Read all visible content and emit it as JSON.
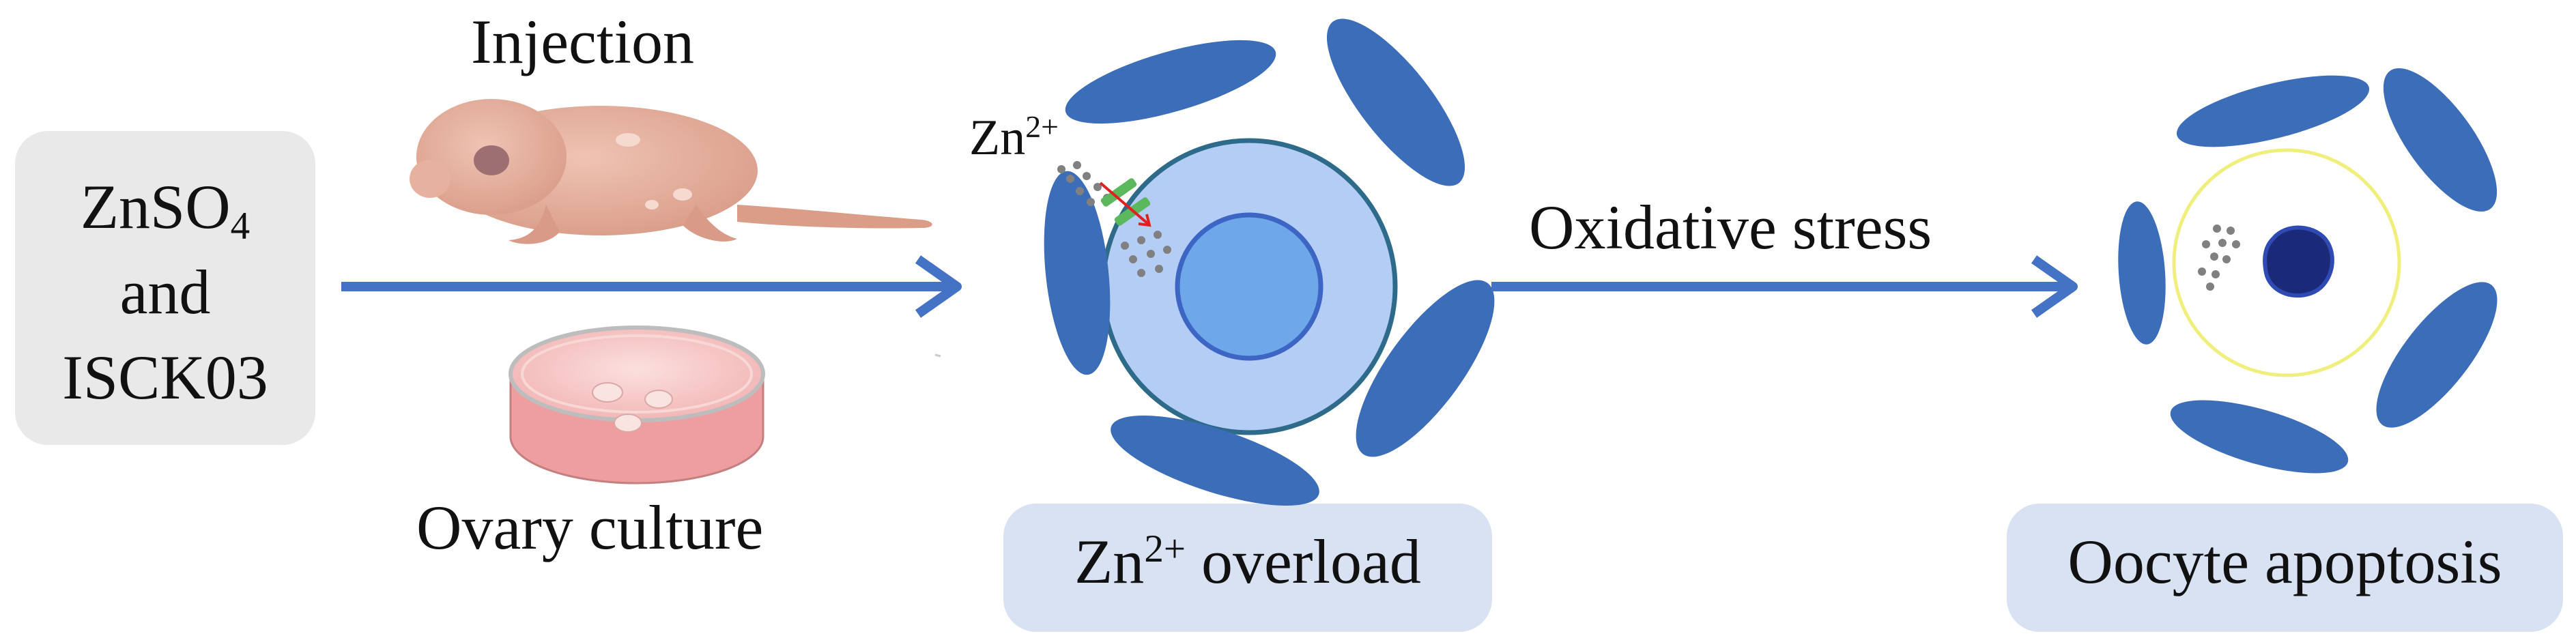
{
  "input": {
    "line1_main": "ZnSO",
    "line1_sub": "4",
    "line2": "and",
    "line3": "ISCK03"
  },
  "treatments": {
    "injection_label": "Injection",
    "culture_label": "Ovary culture"
  },
  "cell_ion": {
    "ion_main": "Zn",
    "ion_sup": "2+"
  },
  "stage1": {
    "ion_main": "Zn",
    "ion_sup": "2+",
    "text": " overload"
  },
  "process": {
    "label": "Oxidative stress"
  },
  "stage2": {
    "label": "Oocyte apoptosis"
  },
  "colors": {
    "arrow": "#4472c4",
    "granulosa": "#3c6db8",
    "cytoplasm": "#b4cdf5",
    "nucleus": "#6ea8ea",
    "apoptotic_nucleus": "#1a2a78",
    "zona_ring": "#f0ef7e",
    "zinc_dots": "#808080",
    "channel": "#5cb85c",
    "mouse": "#e5ae9b",
    "dish": "#f3bdbd"
  }
}
